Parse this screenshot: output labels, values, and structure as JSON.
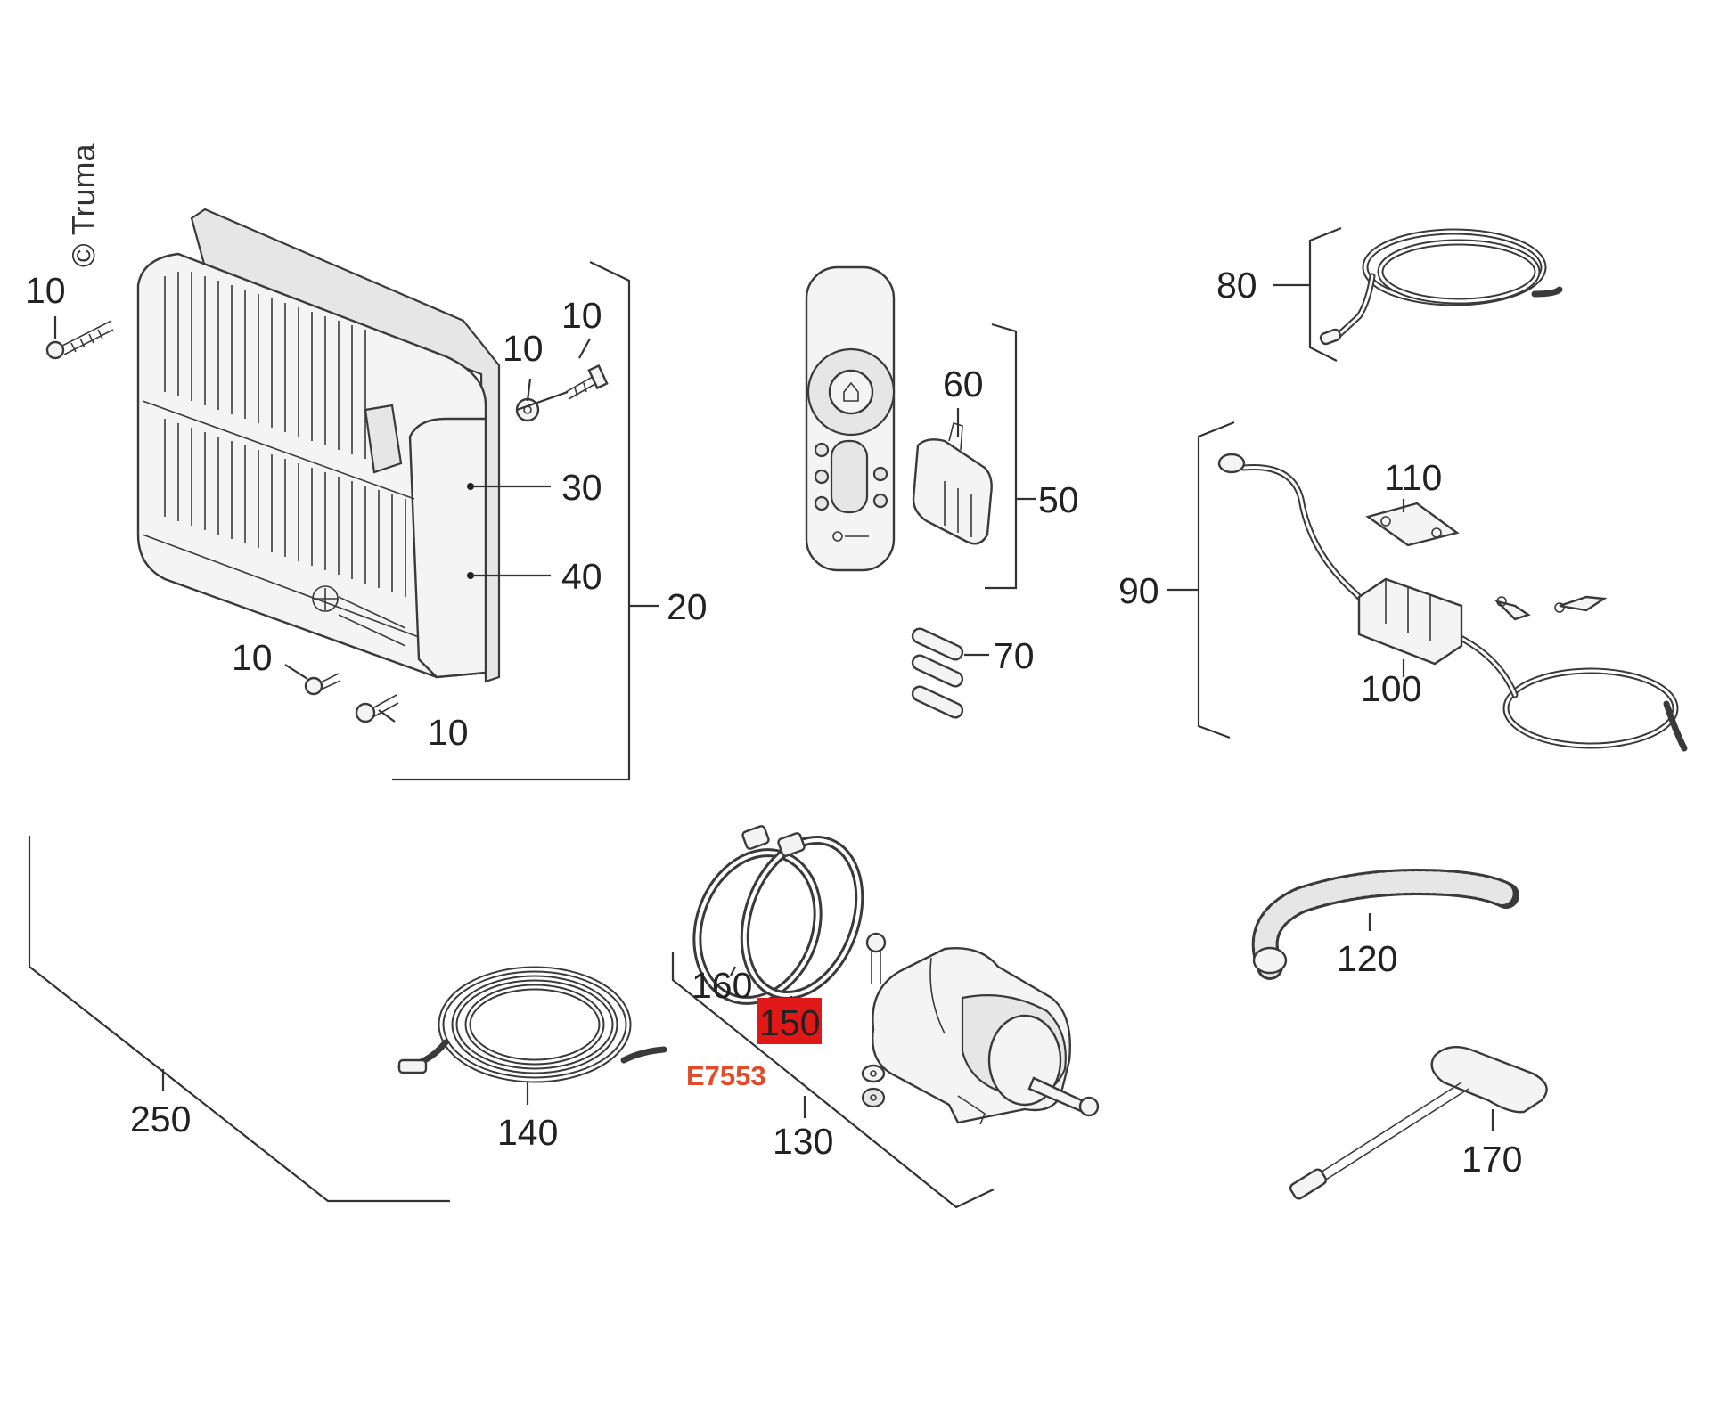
{
  "copyright": "© Truma",
  "highlight_color": "#e01818",
  "code_color": "#e04b2a",
  "labels": {
    "p10a": "10",
    "p10b": "10",
    "p10c": "10",
    "p10d": "10",
    "p10e": "10",
    "p20": "20",
    "p30": "30",
    "p40": "40",
    "p50": "50",
    "p60": "60",
    "p70": "70",
    "p80": "80",
    "p90": "90",
    "p100": "100",
    "p110": "110",
    "p120": "120",
    "p130": "130",
    "p140": "140",
    "p150": "150",
    "p160": "160",
    "p170": "170",
    "p250": "250"
  },
  "code": "E7553"
}
